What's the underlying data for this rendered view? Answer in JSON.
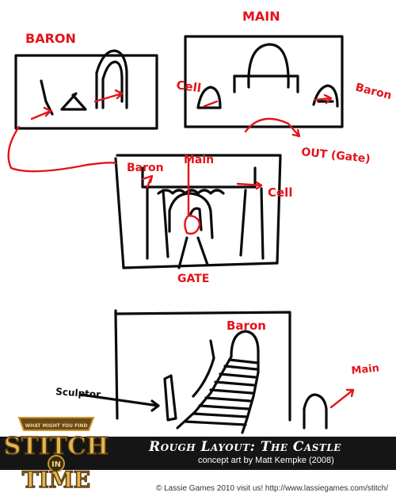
{
  "labels": {
    "baron_top": "BARON",
    "main_top": "MAIN",
    "cell_left": "Cell",
    "baron_right": "Baron",
    "out_gate": "OUT (Gate)",
    "baron_mid": "Baron",
    "main_mid": "Main",
    "cell_mid": "Cell",
    "gate": "GATE",
    "baron_bottom": "Baron",
    "main_bottom": "Main",
    "sculptor": "Sculptor"
  },
  "logo": {
    "top_text": "WHAT MIGHT YOU FIND",
    "word_top": "STITCH",
    "word_mid": "IN",
    "word_bottom": "TIME"
  },
  "banner": {
    "title": "Rough Layout: The Castle",
    "credit": "concept art by Matt Kempke (2008)"
  },
  "footer": {
    "text": "© Lassie Games 2010  visit us! http://www.lassiegames.com/stitch/"
  },
  "colors": {
    "ink": "#0b0b0b",
    "annotation_red": "#e3141b",
    "banner_bg": "#151515",
    "logo_gold": "#c9962e"
  }
}
